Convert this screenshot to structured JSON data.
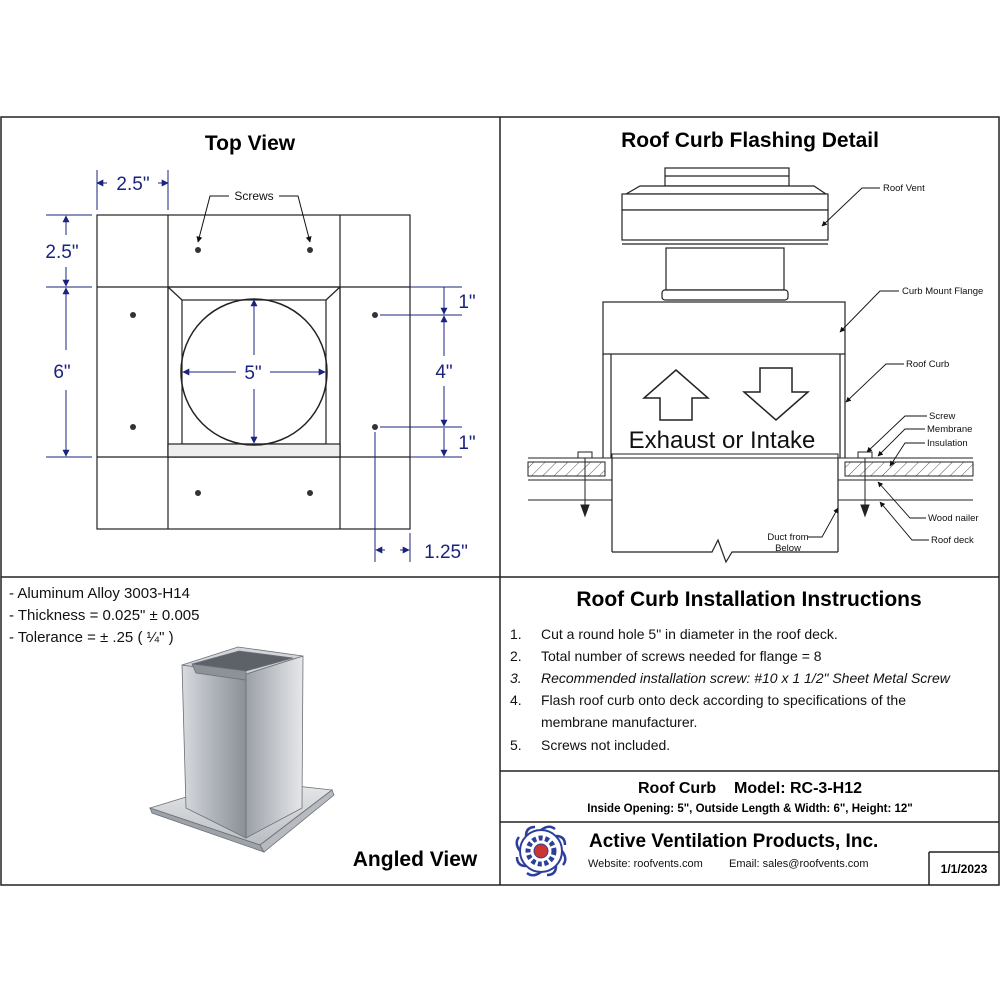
{
  "top_view": {
    "title": "Top View",
    "screws_label": "Screws",
    "dims": {
      "flange_width": "2.5\"",
      "flange_height": "2.5\"",
      "body_height": "6\"",
      "diameter": "5\"",
      "opening": "4\"",
      "offset_top": "1\"",
      "offset_bottom": "1\"",
      "screw_offset": "1.25\""
    }
  },
  "flashing": {
    "title": "Roof Curb Flashing Detail",
    "exhaust_text": "Exhaust or Intake",
    "labels": {
      "roof_vent": "Roof Vent",
      "curb_mount_flange": "Curb Mount Flange",
      "roof_curb": "Roof Curb",
      "screw": "Screw",
      "membrane": "Membrane",
      "insulation": "Insulation",
      "wood_nailer": "Wood nailer",
      "roof_deck": "Roof deck",
      "duct_line1": "Duct from",
      "duct_line2": "Below"
    }
  },
  "specs": {
    "items": [
      "- Aluminum Alloy 3003-H14",
      "- Thickness = 0.025\" ± 0.005",
      "- Tolerance =  ± .25 ( ¼\" )"
    ],
    "angled_view": "Angled View"
  },
  "instructions": {
    "title": "Roof Curb Installation Instructions",
    "steps": [
      {
        "num": "1.",
        "text": "Cut a round hole 5\" in diameter in the roof deck."
      },
      {
        "num": "2.",
        "text": "Total number of screws needed for flange = 8"
      },
      {
        "num": "3.",
        "text": "Recommended installation screw: #10 x 1 1/2\" Sheet Metal Screw"
      },
      {
        "num": "4.",
        "text": "Flash roof curb onto deck according to specifications of the"
      },
      {
        "num": "",
        "text": "membrane manufacturer."
      },
      {
        "num": "5.",
        "text": "Screws not included."
      }
    ]
  },
  "model": {
    "line1": "Roof Curb    Model: RC-3-H12",
    "line2": "Inside Opening: 5\",  Outside Length & Width: 6\",  Height: 12\""
  },
  "company": {
    "name": "Active Ventilation Products, Inc.",
    "website": "Website:  roofvents.com",
    "email": "Email:  sales@roofvents.com",
    "date": "1/1/2023"
  },
  "colors": {
    "dimension": "#1a237e",
    "logo": "#2d3e9c"
  }
}
